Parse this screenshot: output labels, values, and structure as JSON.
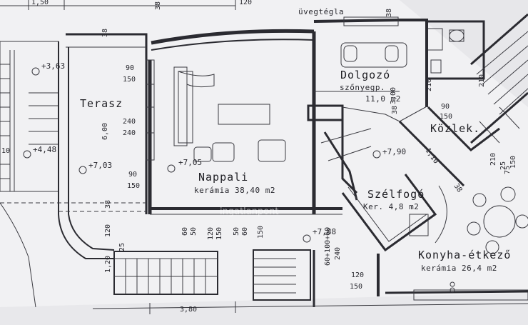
{
  "colors": {
    "paper": "#f1f1f3",
    "ink": "#2b2b31",
    "fold": "#dcdce0",
    "watermark": "#ffffff"
  },
  "rooms": {
    "terasz": "Terasz",
    "nappali": "Nappali",
    "nappali_area": "kerámia 38,40 m2",
    "dolgozo": "Dolgozó",
    "dolgozo_sub": "szőnyegp.",
    "dolgozo_area": "11,0 m2",
    "kozlek": "Közlek.",
    "szelfogo": "Szélfogó",
    "szelfogo_area": "Ker. 4,8 m2",
    "konyha": "Konyha-étkező",
    "konyha_area": "kerámia 26,4 m2"
  },
  "labels": {
    "uvegtegla": "üvegtégla",
    "watermark": "ingatlanpont"
  },
  "levels": {
    "l1": "+3,63",
    "l2": "+4,48",
    "l3": "+7,03",
    "l4": "+7,05",
    "l5": "+7,90",
    "l6": "+7,88"
  },
  "dims": {
    "d38a": "38",
    "d38b": "38",
    "d38c": "38",
    "d38d": "38",
    "d90a": "90",
    "d150a": "150",
    "d240a": "240",
    "d240b": "240",
    "d90b": "90",
    "d150b": "150",
    "d600": "6,00",
    "d120a": "120",
    "d120b": "1,20",
    "d25": "25",
    "d10": "10",
    "d60a": "60",
    "d50a": "50",
    "d120c": "120",
    "d150c": "150",
    "d50b": "50",
    "d60b": "60",
    "d150d": "150",
    "d60100": "60+100+60",
    "d240c": "240",
    "d120d": "120",
    "d150e": "150",
    "d300": "3,00",
    "d210a": "210",
    "d210b": "210",
    "d90c": "90",
    "d150f": "150",
    "d1110": "1,10",
    "d2m": "3,80",
    "d25b": "25",
    "d150g": "150",
    "d210c": "210",
    "d38e": "38",
    "d75": "75",
    "top150": "1,50",
    "top38": "38",
    "top120": "120"
  }
}
